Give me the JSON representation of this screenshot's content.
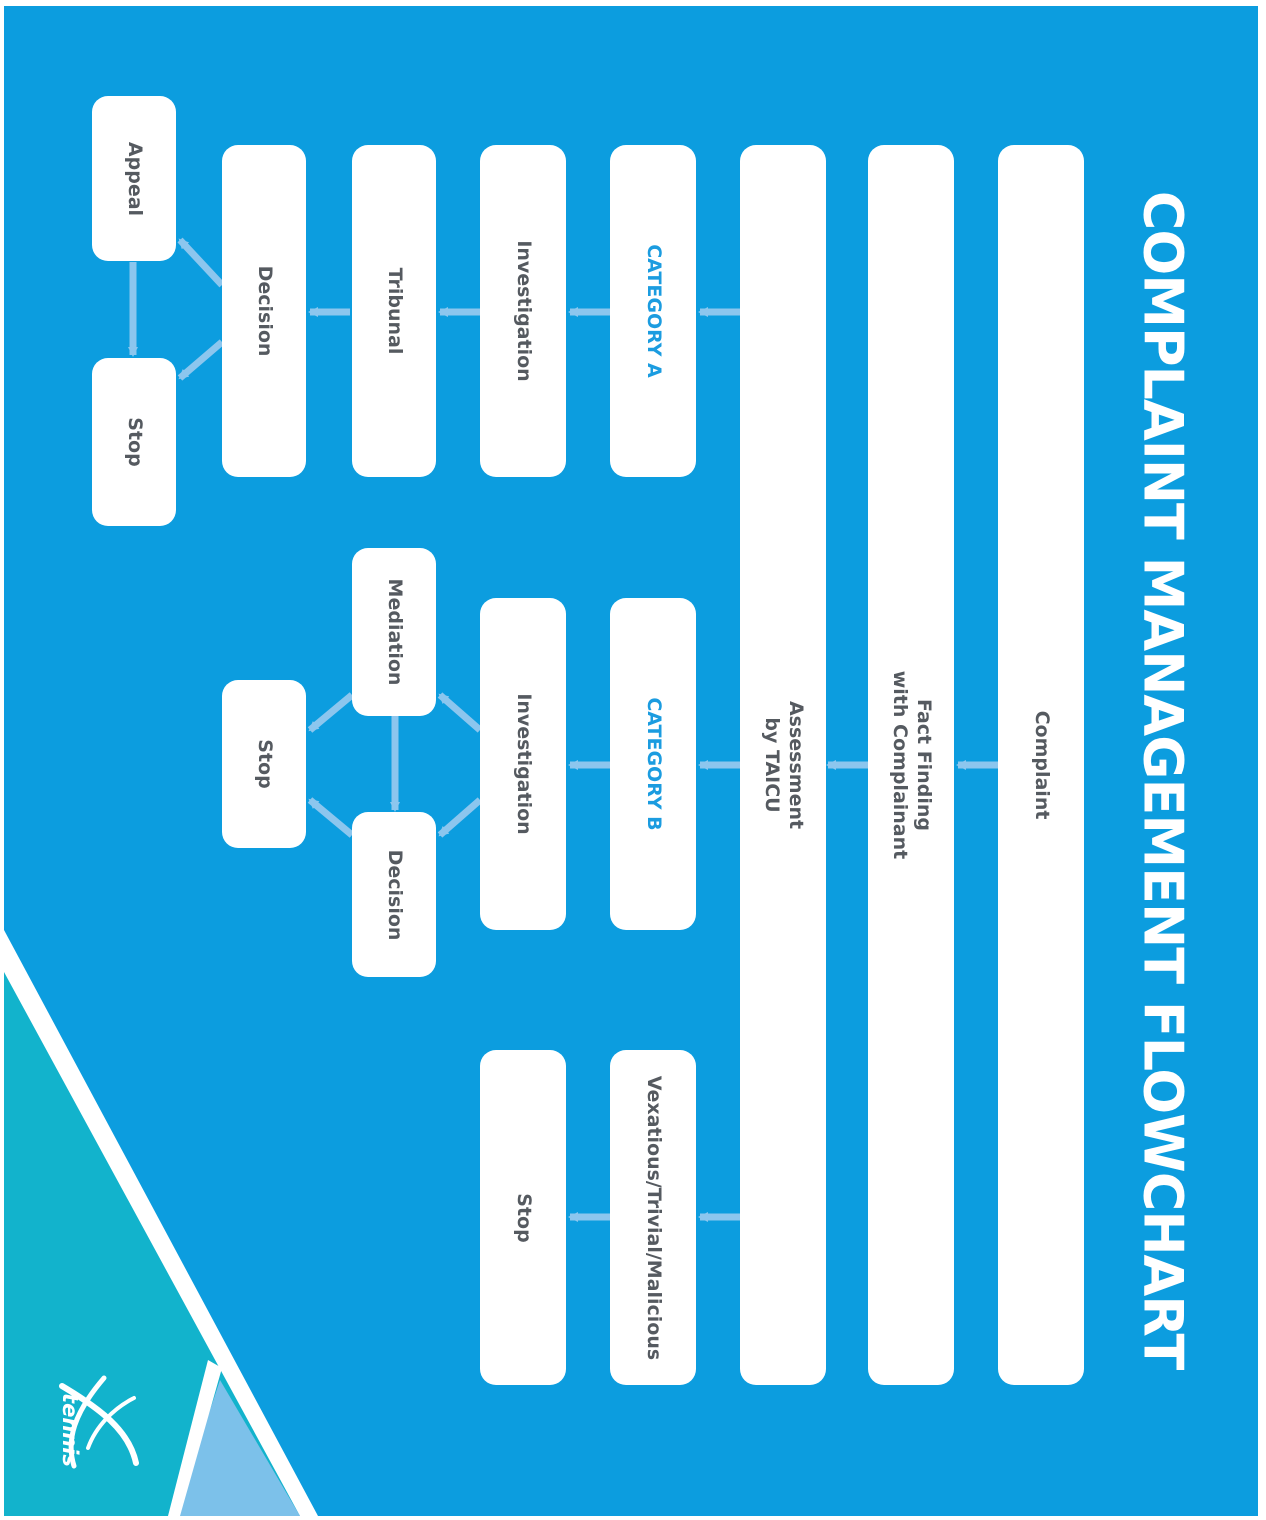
{
  "title": "COMPLAINT MANAGEMENT FLOWCHART",
  "colors": {
    "background": "#0c9ddf",
    "box": "#ffffff",
    "box_text": "#555a60",
    "category_text": "#1b9ce0",
    "arrow": "#8cc6ee",
    "corner_teal": "#12b3cc",
    "corner_light": "#7cc1ea"
  },
  "nodes": {
    "complaint": "Complaint",
    "fact_finding": "Fact Finding\nwith Complainant",
    "assessment": "Assessment\nby TAICU",
    "category_a": "CATEGORY A",
    "category_b": "CATEGORY B",
    "vexatious": "Vexatious/Trivial/Malicious",
    "investigation_a": "Investigation",
    "investigation_b": "Investigation",
    "stop_vexatious": "Stop",
    "tribunal": "Tribunal",
    "mediation": "Mediation",
    "decision_a": "Decision",
    "stop_b": "Stop",
    "decision_b": "Decision",
    "appeal": "Appeal",
    "stop_a": "Stop"
  },
  "logo": {
    "icon": "tennis-logo-swoosh",
    "text": "tennis"
  }
}
